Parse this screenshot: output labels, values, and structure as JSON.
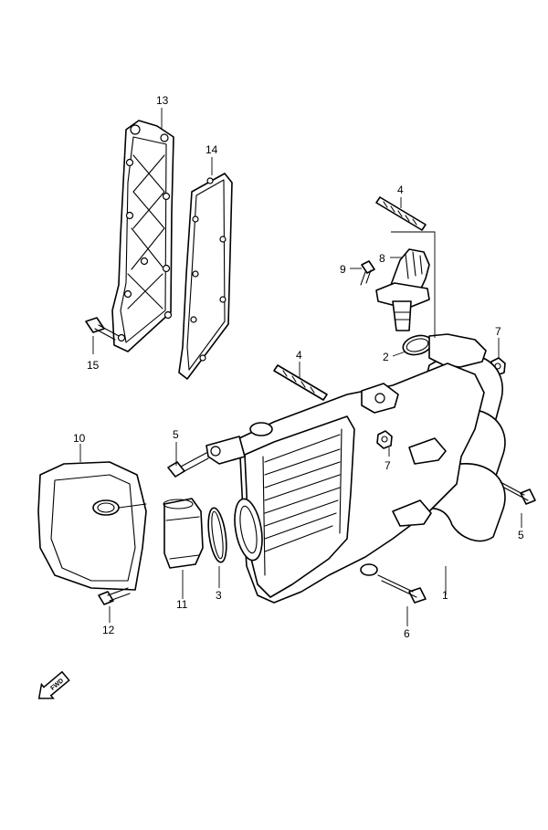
{
  "callouts": {
    "p1": "1",
    "p2": "2",
    "p3": "3",
    "p4a": "4",
    "p4b": "4",
    "p5a": "5",
    "p5b": "5",
    "p6": "6",
    "p7a": "7",
    "p7b": "7",
    "p8": "8",
    "p9": "9",
    "p10": "10",
    "p11": "11",
    "p12": "12",
    "p13": "13",
    "p14": "14",
    "p15": "15"
  },
  "direction_marker": {
    "label": "FWD",
    "icon": "forward-arrow-icon"
  }
}
